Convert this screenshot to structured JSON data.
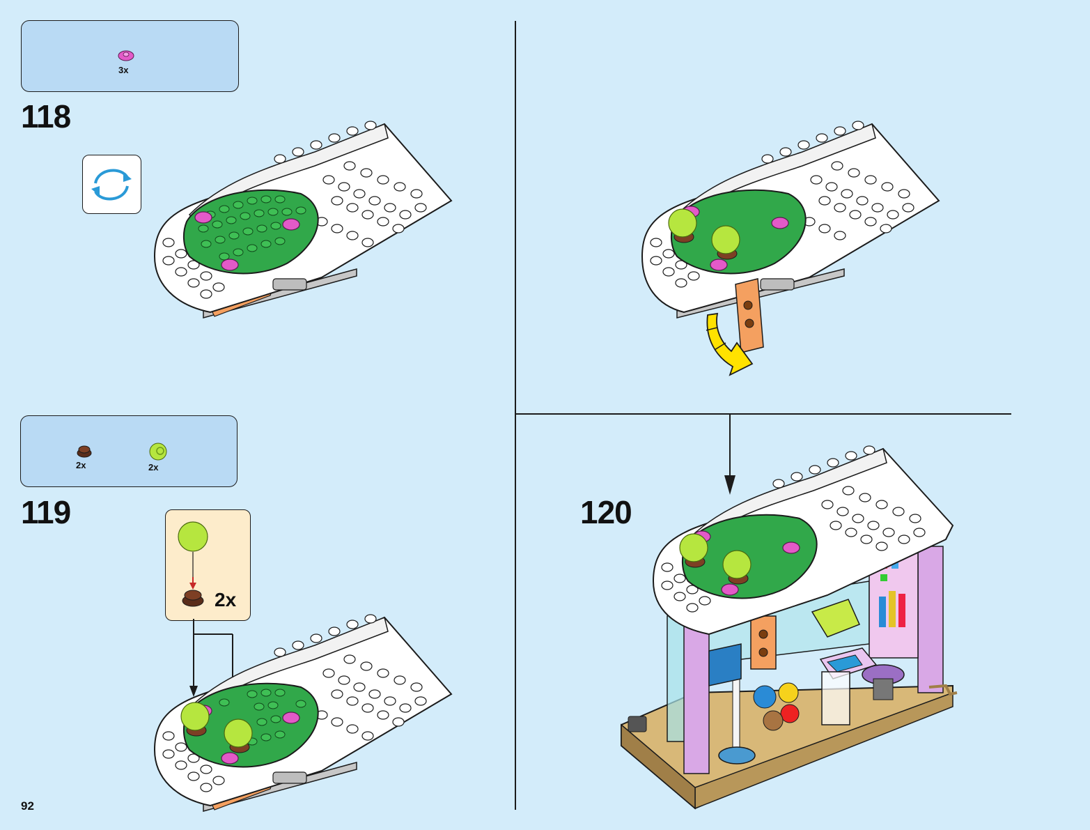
{
  "page_number": "92",
  "steps": [
    {
      "number": "118",
      "parts": [
        {
          "item": "pink-flower",
          "qty": "3x"
        }
      ]
    },
    {
      "number": "119",
      "parts": [
        {
          "item": "brown-round-plate",
          "qty": "2x"
        },
        {
          "item": "lime-sphere",
          "qty": "2x"
        }
      ],
      "subassembly_qty": "2x"
    },
    {
      "number": "120"
    }
  ],
  "colors": {
    "background": "#d3ecfa",
    "callout": "#b9daf4",
    "subassembly": "#fdeccb",
    "green_plate": "#31a84a",
    "white_plate": "#ffffff",
    "lime": "#b6e63f",
    "pink": "#e35ac8",
    "arrow_yellow": "#ffe200",
    "rotate_arrow": "#2a9ad7"
  }
}
